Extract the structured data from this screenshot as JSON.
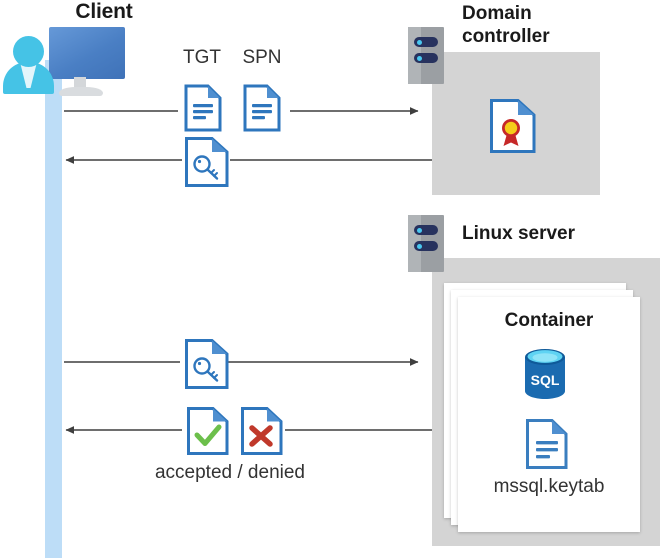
{
  "diagram": {
    "title": "Kerberos authentication flow for SQL Server on Linux containers",
    "colors": {
      "lifeline": "#bdddf7",
      "board_gray": "#d4d4d4",
      "rack_gray": "#9b9fa3",
      "rack_bar": "#27325e",
      "rack_dot": "#49c8f0",
      "doc_blue": "#3a7ebf",
      "doc_fold": "#4f8fd0",
      "check_green": "#6cbf4b",
      "cross_red": "#c0392b",
      "cert_gold": "#f5cd1a",
      "cert_ribbon": "#c62828",
      "sql_blue": "#1b6bb0",
      "sql_top": "#5fd3f3",
      "person_cyan": "#45c3e6",
      "monitor_blue": "#4a7fc4",
      "text_dark": "#1a1a1a",
      "arrow": "#3f3f3f"
    }
  },
  "client": {
    "title": "Client",
    "icon": "user-with-monitor-icon",
    "lifeline_name": "client-lifeline"
  },
  "domain_controller": {
    "title": "Domain controller",
    "title_line_1": "Domain",
    "title_line_2": "controller",
    "rack_icon": "server-rack-icon",
    "contents": [
      {
        "icon": "certificate-document-icon",
        "label": ""
      }
    ]
  },
  "linux_server": {
    "title": "Linux server",
    "rack_icon": "server-rack-icon",
    "container": {
      "title": "Container",
      "stack_count": 3,
      "items": [
        {
          "icon": "sql-database-icon",
          "label": "SQL"
        },
        {
          "icon": "keytab-document-icon",
          "label": "mssql.keytab"
        }
      ]
    }
  },
  "messages": [
    {
      "id": "msg-1",
      "direction": "right",
      "from": "client",
      "to": "domain-controller",
      "icons": [
        {
          "name": "tgt-document-icon",
          "label": "TGT"
        },
        {
          "name": "spn-document-icon",
          "label": "SPN"
        }
      ],
      "label": ""
    },
    {
      "id": "msg-2",
      "direction": "left",
      "from": "domain-controller",
      "to": "client",
      "icons": [
        {
          "name": "service-ticket-key-document-icon",
          "label": ""
        }
      ],
      "label": ""
    },
    {
      "id": "msg-3",
      "direction": "right",
      "from": "client",
      "to": "linux-server",
      "icons": [
        {
          "name": "service-ticket-key-document-icon",
          "label": ""
        }
      ],
      "label": ""
    },
    {
      "id": "msg-4",
      "direction": "left",
      "from": "linux-server",
      "to": "client",
      "icons": [
        {
          "name": "accepted-check-document-icon",
          "label": ""
        },
        {
          "name": "denied-cross-document-icon",
          "label": ""
        }
      ],
      "label": "accepted / denied"
    }
  ],
  "labels": {
    "tgt": "TGT",
    "spn": "SPN",
    "accepted_denied": "accepted / denied",
    "container": "Container",
    "keytab": "mssql.keytab",
    "sql": "SQL"
  }
}
